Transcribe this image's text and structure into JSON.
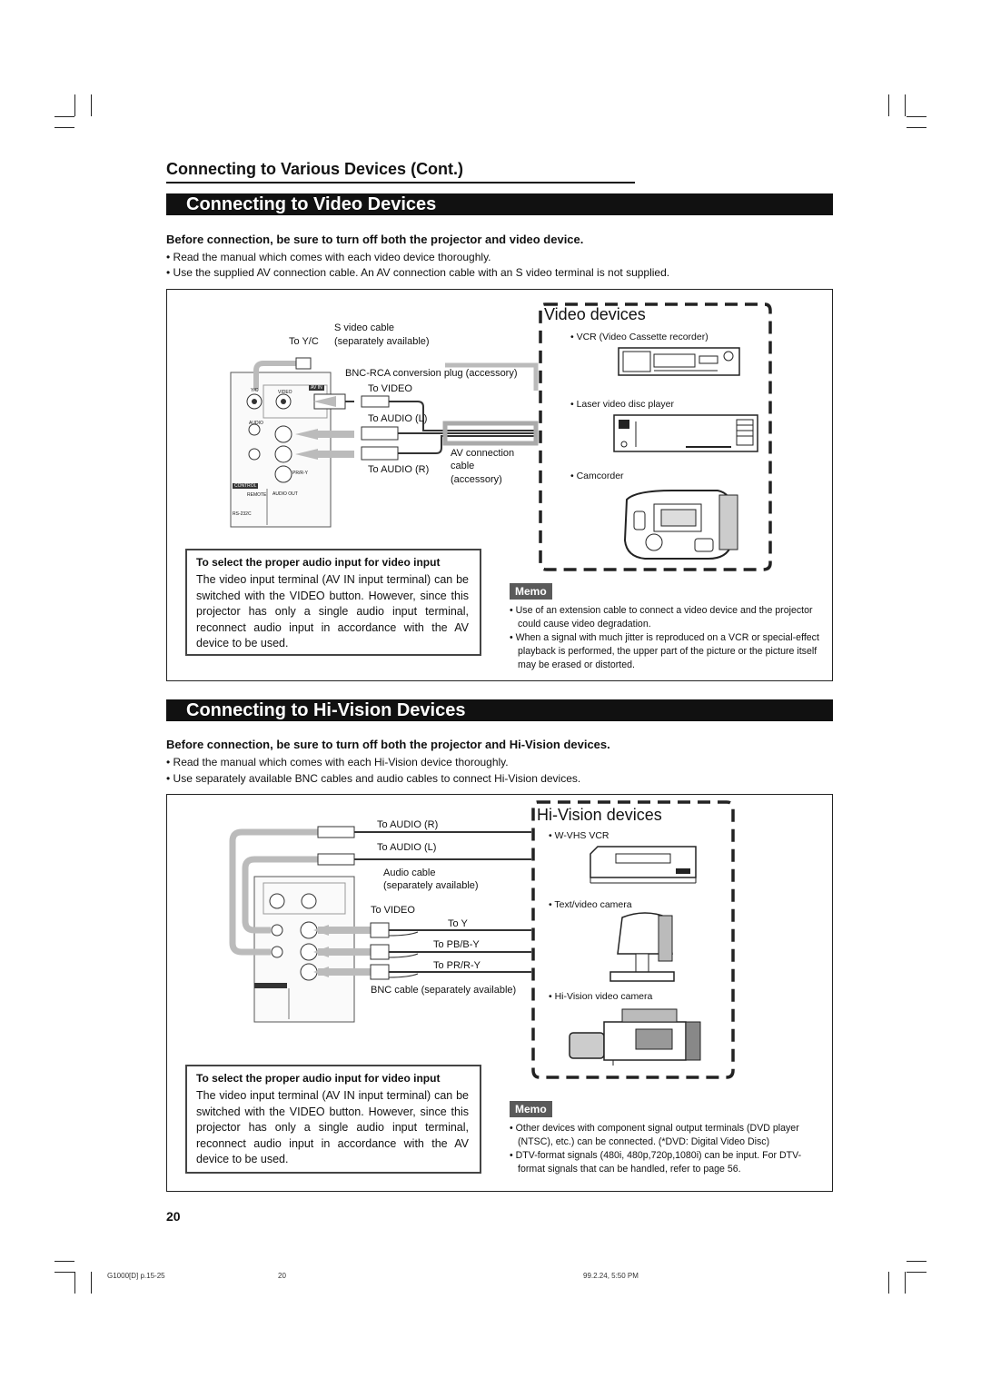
{
  "page": {
    "subtitle": "Connecting to Various Devices (Cont.)",
    "page_number": "20",
    "footer": {
      "left": "G1000[D]  p.15-25",
      "center": "20",
      "right": "99.2.24, 5:50 PM"
    }
  },
  "video_section": {
    "title": "Connecting to Video Devices",
    "warning": "Before connection, be sure to turn off both the projector and video device.",
    "bullets": [
      "• Read the manual which comes with each video device thoroughly.",
      "• Use the supplied AV connection cable. An AV connection cable with an S video terminal is not supplied."
    ],
    "diagram": {
      "labels": {
        "s_video_cable": "S video cable",
        "to_yc": "To Y/C",
        "separately_available": "(separately available)",
        "bnc_rca": "BNC-RCA conversion plug (accessory)",
        "to_video": "To VIDEO",
        "to_audio_l": "To AUDIO (L)",
        "to_audio_r": "To AUDIO (R)",
        "av_cable_1": "AV connection",
        "av_cable_2": "cable",
        "av_cable_3": "(accessory)"
      },
      "panel_labels": {
        "yc": "Y/C",
        "video": "VIDEO",
        "avin": "AV IN",
        "audio": "AUDIO",
        "pby": "PR/R-Y",
        "control": "CONTROL",
        "remote": "REMOTE",
        "audio_out": "AUDIO OUT",
        "rs232c": "RS-232C"
      }
    },
    "devices": {
      "title": "Video devices",
      "items": [
        "• VCR (Video Cassette recorder)",
        "• Laser video disc player",
        "• Camcorder"
      ]
    },
    "note": {
      "title": "To select the proper audio input for video input",
      "body": "The video input terminal (AV IN input terminal) can be switched with the VIDEO button. However, since this projector has only a single audio input terminal, reconnect audio input in accordance with the AV device to be used."
    },
    "memo": {
      "tag": "Memo",
      "items": [
        "• Use of an extension cable to connect a video device and the projector could cause video degradation.",
        "• When a signal with much jitter is reproduced on a VCR or special-effect playback is performed, the upper part of the picture or the picture itself may be erased or distorted."
      ]
    }
  },
  "hivision_section": {
    "title": "Connecting to Hi-Vision Devices",
    "warning": "Before connection, be sure to turn off both the projector and Hi-Vision devices.",
    "bullets": [
      "• Read the manual which comes with each Hi-Vision device thoroughly.",
      "• Use separately available BNC cables and audio cables to connect Hi-Vision devices."
    ],
    "diagram": {
      "labels": {
        "to_audio_r": "To AUDIO (R)",
        "to_audio_l": "To AUDIO (L)",
        "audio_cable": "Audio cable",
        "separately_available": "(separately available)",
        "to_video": "To VIDEO",
        "to_y": "To Y",
        "to_pb": "To PB/B-Y",
        "to_pr": "To PR/R-Y",
        "bnc_cable": "BNC cable (separately available)"
      }
    },
    "devices": {
      "title": "Hi-Vision devices",
      "items": [
        "• W-VHS VCR",
        "• Text/video camera",
        "• Hi-Vision video camera"
      ]
    },
    "note": {
      "title": "To select the proper audio input for video input",
      "body": "The video input terminal (AV IN input terminal) can be switched with the VIDEO button. However, since this projector has only a single audio input terminal, reconnect audio input in accordance with the AV device to be used."
    },
    "memo": {
      "tag": "Memo",
      "items": [
        "• Other devices with component signal output terminals (DVD player (NTSC), etc.) can be connected. (*DVD: Digital Video Disc)",
        "• DTV-format signals (480i, 480p,720p,1080i) can be input. For DTV-format signals that can be handled, refer to page 56."
      ]
    }
  }
}
